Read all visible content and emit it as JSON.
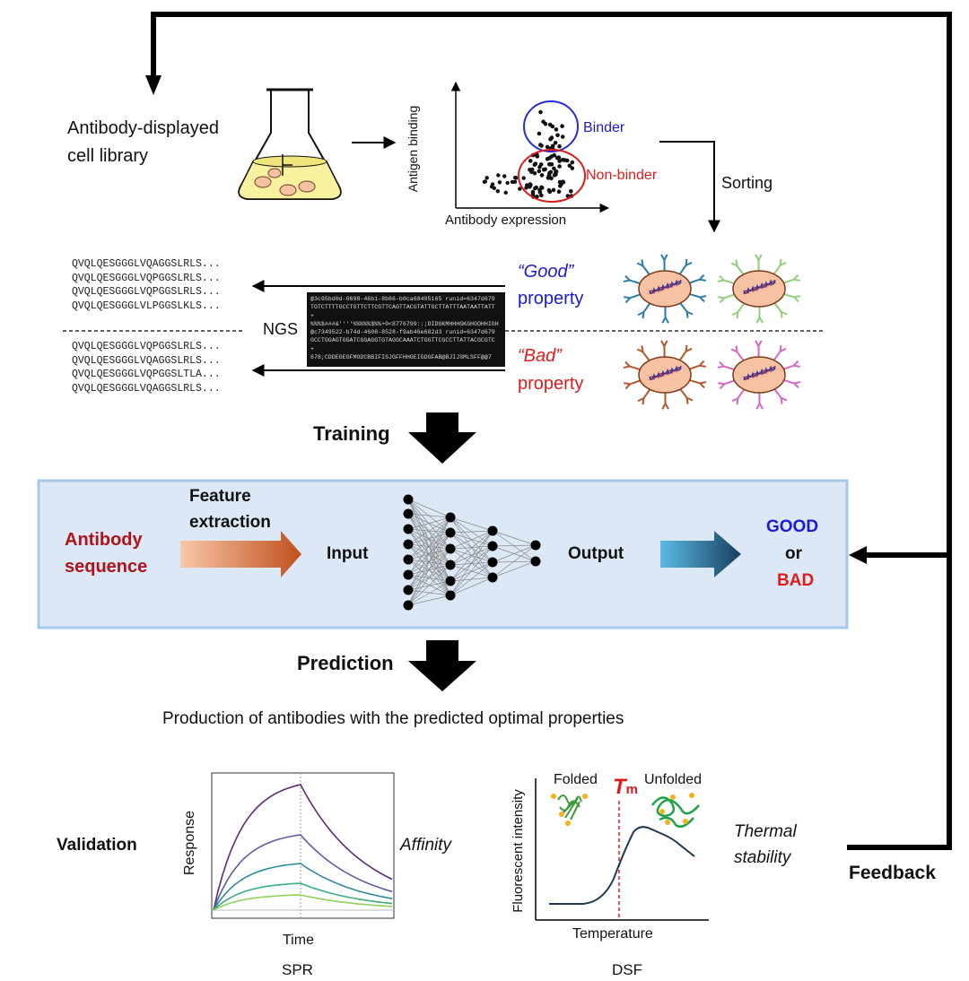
{
  "library": {
    "label_line1": "Antibody-displayed",
    "label_line2": "cell library"
  },
  "facs": {
    "ylabel": "Antigen binding",
    "xlabel": "Antibody expression",
    "binder_label": "Binder",
    "nonbinder_label": "Non-binder",
    "sorting_label": "Sorting"
  },
  "sequences": {
    "good": [
      "QVQLQESGGGLVQAGGSLRLS...",
      "QVQLQESGGGLVQPGGSLRLS...",
      "QVQLQESGGGLVQPGGSLRLS...",
      "QVQLQESGGGLVLPGGSLKLS..."
    ],
    "bad": [
      "QVQLQESGGGLVQPGGSLRLS...",
      "QVQLQESGGGLVQAGGSLRLS...",
      "QVQLQESGGGLVQPGGSLTLA...",
      "QVQLQESGGGLVQAGGSLRLS..."
    ]
  },
  "ngs": {
    "label": "NGS",
    "lines": [
      "@3c95bd0d-0698-46b1-8b86-b0ca68405165 runid=6347d679",
      "TGTCTTTTGCCTGTTCTTCGTTCAGTTACGTATTGCTTATTTAATAATTATT",
      "+",
      "%%%$###&''''%%%%%$%%+0<8776799::;DIDGKMHHHGKGHGOHHIGH",
      "@c7349522-b74d-4608-8528-f9ab46e682d3 runid=6347d679",
      "GCCTGGAGTGGATCGGAGGTGTAGGCAAATCTGGTTCGCCTTATTACGCGTC",
      "+",
      "678;CDDEGEGFMODCBBIFISJGFFHHGEIGDGFAB@BJIJSMLSFF@@7"
    ]
  },
  "properties": {
    "good_quote": "“Good”",
    "good_word": "property",
    "bad_quote": "“Bad”",
    "bad_word": "property"
  },
  "training_label": "Training",
  "model": {
    "antibody_line1": "Antibody",
    "antibody_line2": "sequence",
    "feature_line1": "Feature",
    "feature_line2": "extraction",
    "input_label": "Input",
    "output_label": "Output",
    "good_label": "GOOD",
    "or_label": "or",
    "bad_label": "BAD"
  },
  "prediction_label": "Prediction",
  "production_text": "Production of antibodies with the predicted optimal properties",
  "validation": {
    "label": "Validation",
    "spr_ylabel": "Response",
    "spr_xlabel": "Time",
    "spr_name": "SPR",
    "affinity_label": "Affinity",
    "dsf_ylabel": "Fluorescent intensity",
    "dsf_xlabel": "Temperature",
    "dsf_name": "DSF",
    "folded_label": "Folded",
    "unfolded_label": "Unfolded",
    "tm_main": "T",
    "tm_sub": "m",
    "thermal_line1": "Thermal",
    "thermal_line2": "stability"
  },
  "feedback_label": "Feedback",
  "colors": {
    "blue_text": "#1a1ad4",
    "red_text": "#e01b1b",
    "panel_fill": "#dce8f5",
    "panel_border": "#a9c8e8",
    "cell_fill": "#f5c3a3",
    "flask_liquid": "#f7f1a0"
  }
}
